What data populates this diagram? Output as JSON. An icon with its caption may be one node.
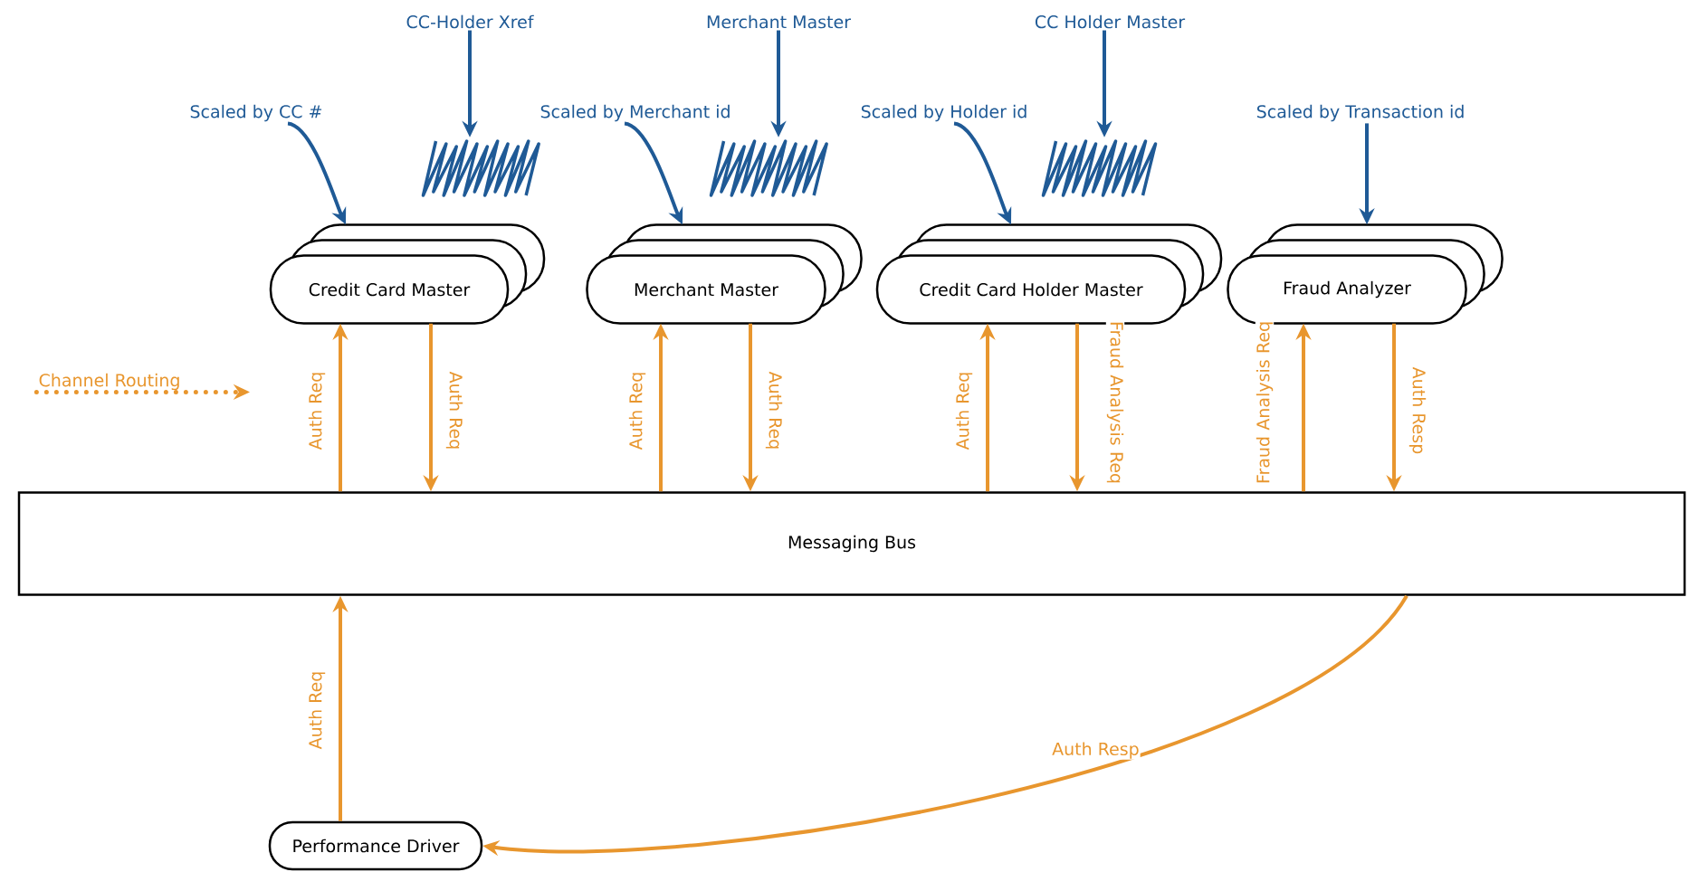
{
  "diagram": {
    "nodes": [
      {
        "text": [
          "CC-Holder Xref"
        ]
      },
      {
        "text": [
          "Merchant Master"
        ]
      },
      {
        "text": [
          "CC Holder Master"
        ]
      },
      {
        "text": [
          "Scaled by CC #"
        ]
      },
      {
        "text": [
          "Scaled by Merchant id"
        ]
      },
      {
        "text": [
          "Scaled by Holder id"
        ]
      },
      {
        "text": [
          "Scaled by Transaction id"
        ]
      },
      {
        "text": [],
        "shape": "picture"
      },
      {
        "text": [],
        "shape": "picture"
      },
      {
        "text": [],
        "shape": "picture"
      },
      {
        "text": [
          "Credit Card Master"
        ]
      },
      {
        "text": [
          "Merchant Master"
        ]
      },
      {
        "text": [
          "Credit Card Holder Master"
        ]
      },
      {
        "text": [
          "Fraud Analyzer"
        ]
      },
      {
        "text": [
          "Channel Routing"
        ]
      },
      {
        "text": [
          "Messaging Bus"
        ]
      },
      {
        "text": [
          "Performance Driver"
        ]
      }
    ],
    "edges": [
      {
        "from": 0,
        "to": 7,
        "arrow": "to",
        "color": "#1f5a96"
      },
      {
        "from": 1,
        "to": 8,
        "arrow": "to",
        "color": "#1f5a96"
      },
      {
        "from": 2,
        "to": 9,
        "arrow": "to",
        "color": "#1f5a96"
      },
      {
        "from": 3,
        "to": 10,
        "arrow": "to",
        "color": "#1f5a96"
      },
      {
        "from": 4,
        "to": 11,
        "arrow": "to",
        "color": "#1f5a96"
      },
      {
        "from": 5,
        "to": 12,
        "arrow": "to",
        "color": "#1f5a96"
      },
      {
        "from": 6,
        "to": 13,
        "arrow": "to",
        "color": "#1f5a96"
      },
      {
        "from": 14,
        "to": null,
        "arrow": "to",
        "style": "dashed"
      },
      {
        "from": 15,
        "to": 10,
        "label": "Auth Req",
        "arrow": "to"
      },
      {
        "from": 10,
        "to": 15,
        "label": "Auth Req",
        "arrow": "to"
      },
      {
        "from": 15,
        "to": 11,
        "label": "Auth Req",
        "arrow": "to"
      },
      {
        "from": 11,
        "to": 15,
        "label": "Auth Req",
        "arrow": "to"
      },
      {
        "from": 15,
        "to": 12,
        "label": "Auth Req",
        "arrow": "to"
      },
      {
        "from": 12,
        "to": 15,
        "label": "Fraud Analysis Req",
        "arrow": "to"
      },
      {
        "from": 15,
        "to": 13,
        "label": "Fraud Analysis Req",
        "arrow": "to"
      },
      {
        "from": 13,
        "to": 15,
        "label": "Auth Resp",
        "arrow": "to"
      },
      {
        "from": 16,
        "to": 15,
        "label": "Auth Req",
        "arrow": "to"
      },
      {
        "from": 15,
        "to": 16,
        "label": "Auth Resp",
        "arrow": "to"
      }
    ]
  }
}
